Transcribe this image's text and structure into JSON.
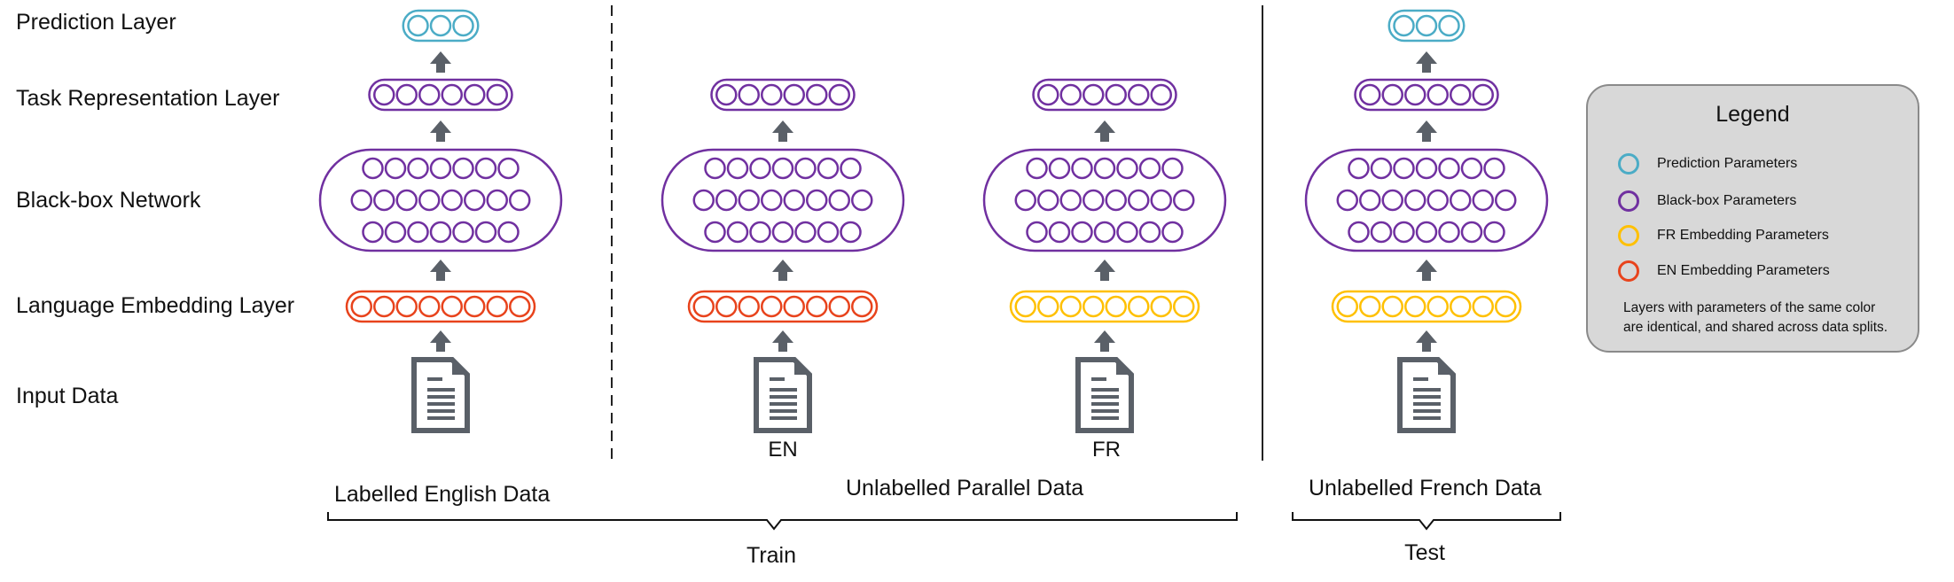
{
  "rows": [
    "Prediction Layer",
    "Task Representation Layer",
    "Black-box Network",
    "Language Embedding Layer",
    "Input Data"
  ],
  "languages": {
    "en": "EN",
    "fr": "FR"
  },
  "splits": {
    "labelled_english": "Labelled English Data",
    "unlabelled_parallel": "Unlabelled Parallel Data",
    "unlabelled_french": "Unlabelled French Data"
  },
  "groups": {
    "train": "Train",
    "test": "Test"
  },
  "legend": {
    "title": "Legend",
    "items": [
      {
        "label": "Prediction Parameters",
        "color": "#4bacc6"
      },
      {
        "label": "Black-box Parameters",
        "color": "#7030a0"
      },
      {
        "label": "FR Embedding Parameters",
        "color": "#ffc000"
      },
      {
        "label": "EN Embedding Parameters",
        "color": "#e8431c"
      }
    ],
    "note_line1": "Layers with parameters of the same color",
    "note_line2": "are identical, and shared across data splits."
  }
}
